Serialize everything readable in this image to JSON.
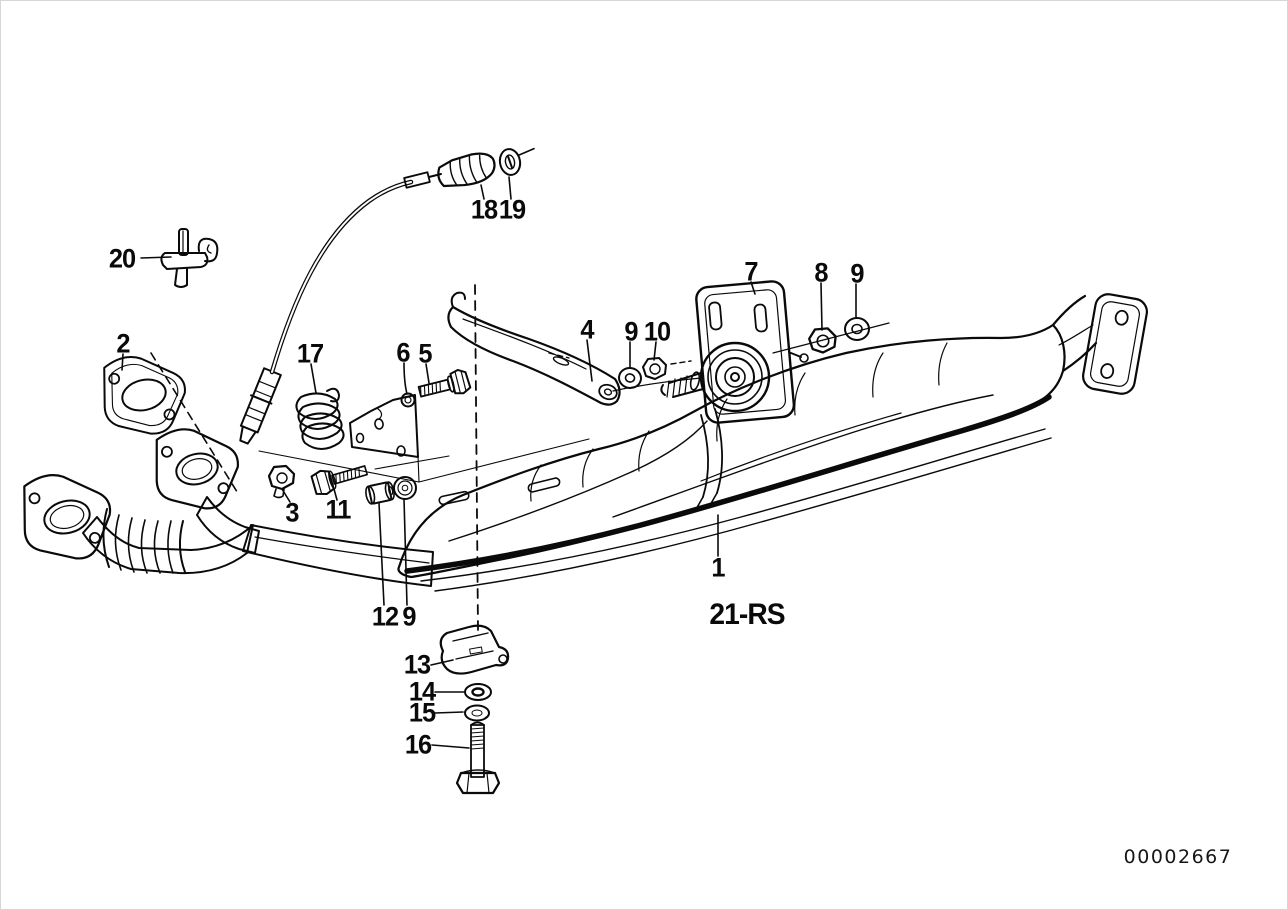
{
  "diagram": {
    "ink_color": "#0a0a0a",
    "background": "#ffffff",
    "variant_code": "21-RS",
    "doc_number": "00002667"
  },
  "callouts": {
    "p1": "1",
    "p2": "2",
    "p3": "3",
    "p4": "4",
    "p5": "5",
    "p6": "6",
    "p7": "7",
    "p8": "8",
    "p9": "9",
    "p10": "10",
    "p11": "11",
    "p12": "12",
    "p13": "13",
    "p14": "14",
    "p15": "15",
    "p16": "16",
    "p17": "17",
    "p18": "18",
    "p19": "19",
    "p20": "20"
  }
}
